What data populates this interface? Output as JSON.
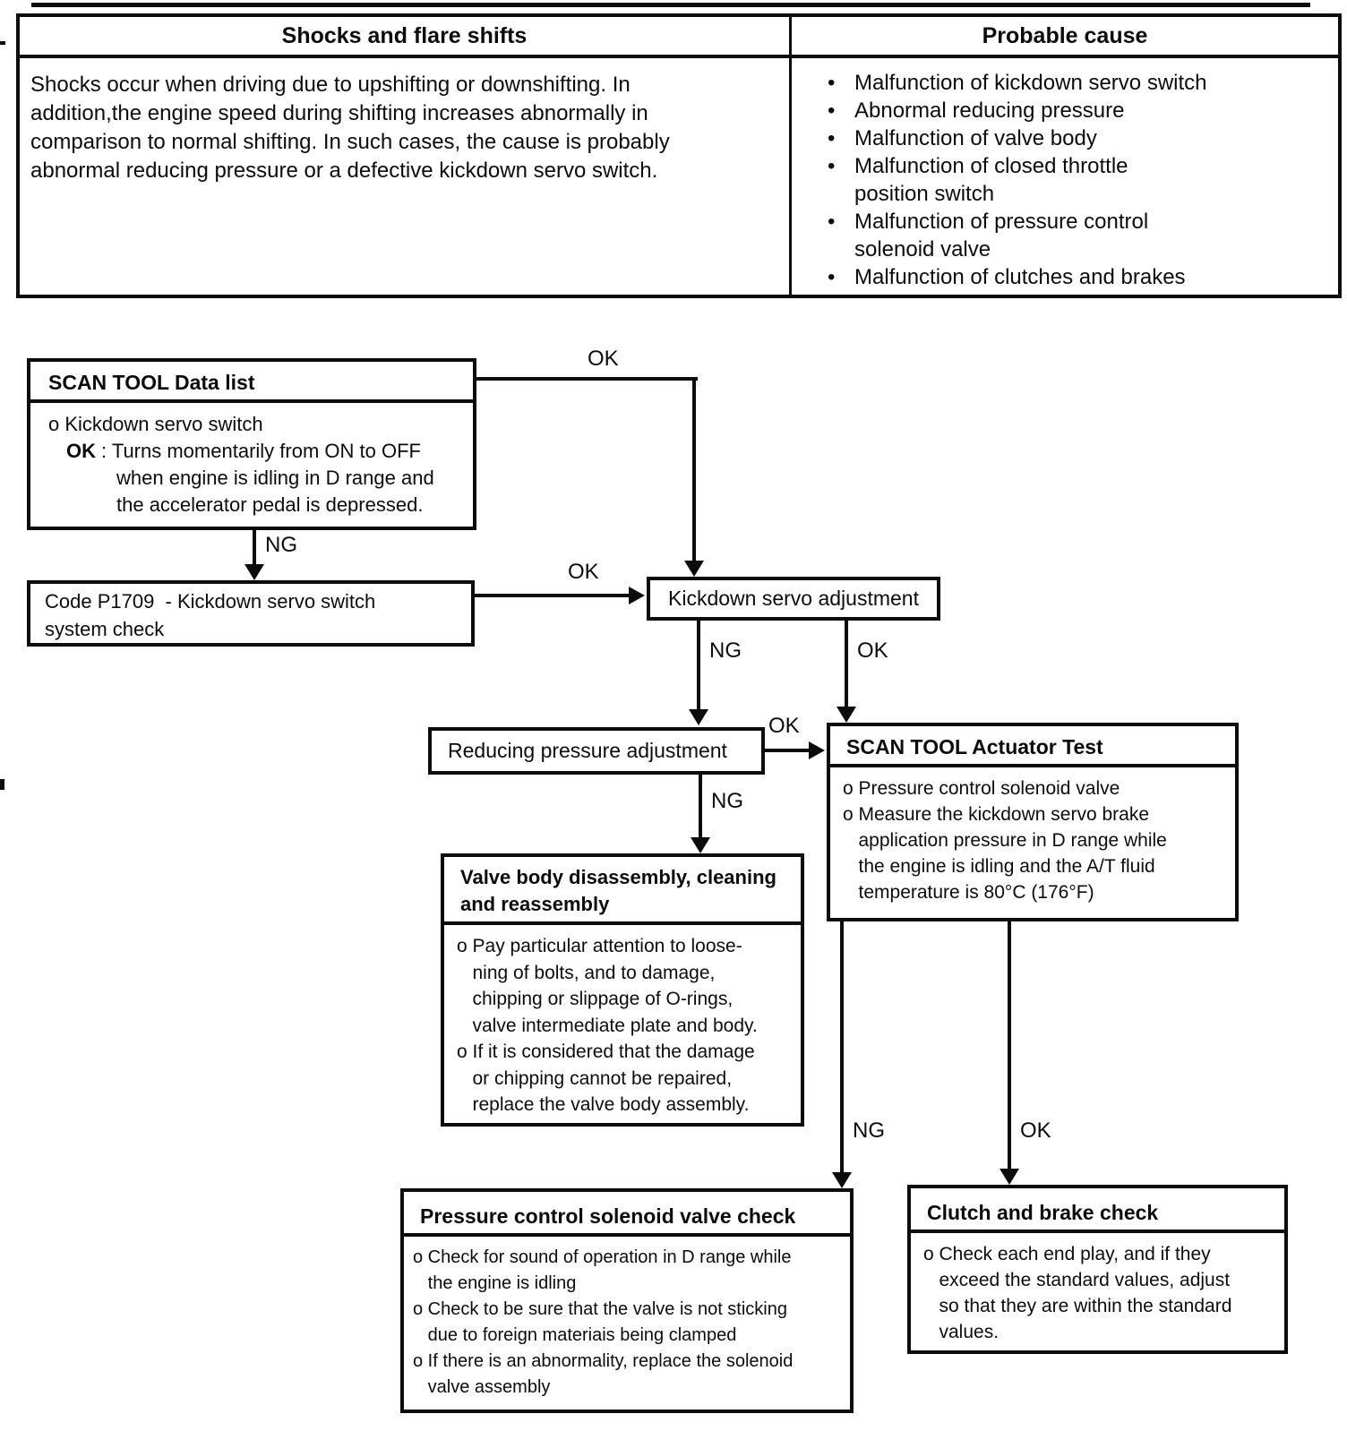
{
  "table": {
    "headers": {
      "symptom": "Shocks and flare shifts",
      "cause": "Probable cause"
    },
    "symptom_text": "Shocks occur when driving due to upshifting or downshifting. In\naddition,the engine speed during shifting increases abnormally in\ncomparison to normal shifting. In such cases, the cause is probably\nabnormal reducing pressure or a defective kickdown servo switch.",
    "bullet_glyph": "•",
    "causes": [
      "Malfunction of kickdown servo switch",
      "Abnormal reducing pressure",
      "Malfunction of valve body",
      "Malfunction of closed throttle\nposition switch",
      "Malfunction of pressure control\nsolenoid valve",
      "Malfunction of clutches and brakes"
    ]
  },
  "flowchart": {
    "scan_tool_data_list": {
      "title": "SCAN TOOL Data list",
      "item": "o Kickdown servo switch",
      "ok_label": "OK",
      "ok_text": ": Turns momentarily from ON to OFF",
      "ok_cont": "when engine is idling in D range and\nthe accelerator pedal is depressed."
    },
    "code_p1709": {
      "text": "Code P1709  - Kickdown servo switch\nsystem check"
    },
    "kickdown_servo_adjustment": {
      "title": "Kickdown servo adjustment"
    },
    "reducing_pressure_adjustment": {
      "title": "Reducing pressure adjustment"
    },
    "scan_tool_actuator_test": {
      "title": "SCAN TOOL Actuator Test",
      "body": "o Pressure control solenoid valve\no Measure the kickdown servo brake\n   application pressure in D range while\n   the engine is idling and the A/T fluid\n   temperature is 80°C (176°F)"
    },
    "valve_body": {
      "title": "Valve body disassembly, cleaning\nand reassembly",
      "body": "o Pay particular attention to loose-\n   ning of bolts, and to damage,\n   chipping or slippage of O-rings,\n   valve intermediate plate and body.\no If it is considered that the damage\n   or chipping cannot be repaired,\n   replace the valve body assembly."
    },
    "pressure_control_check": {
      "title": "Pressure control solenoid valve check",
      "body": "o Check for sound of operation in D range while\n   the engine is idling\no Check to be sure that the valve is not sticking\n   due to foreign materiais being clamped\no If there is an abnormality, replace the solenoid\n   valve assembly"
    },
    "clutch_brake_check": {
      "title": "Clutch and brake check",
      "body": "o Check each end play, and if they\n   exceed the standard values, adjust\n   so that they are within the standard\n   values."
    },
    "labels": {
      "datalist_ok": "OK",
      "datalist_ng": "NG",
      "p1709_ok": "OK",
      "kickdown_ng": "NG",
      "kickdown_ok": "OK",
      "reducing_ok": "OK",
      "reducing_ng": "NG",
      "actuator_ng": "NG",
      "actuator_ok": "OK"
    }
  }
}
